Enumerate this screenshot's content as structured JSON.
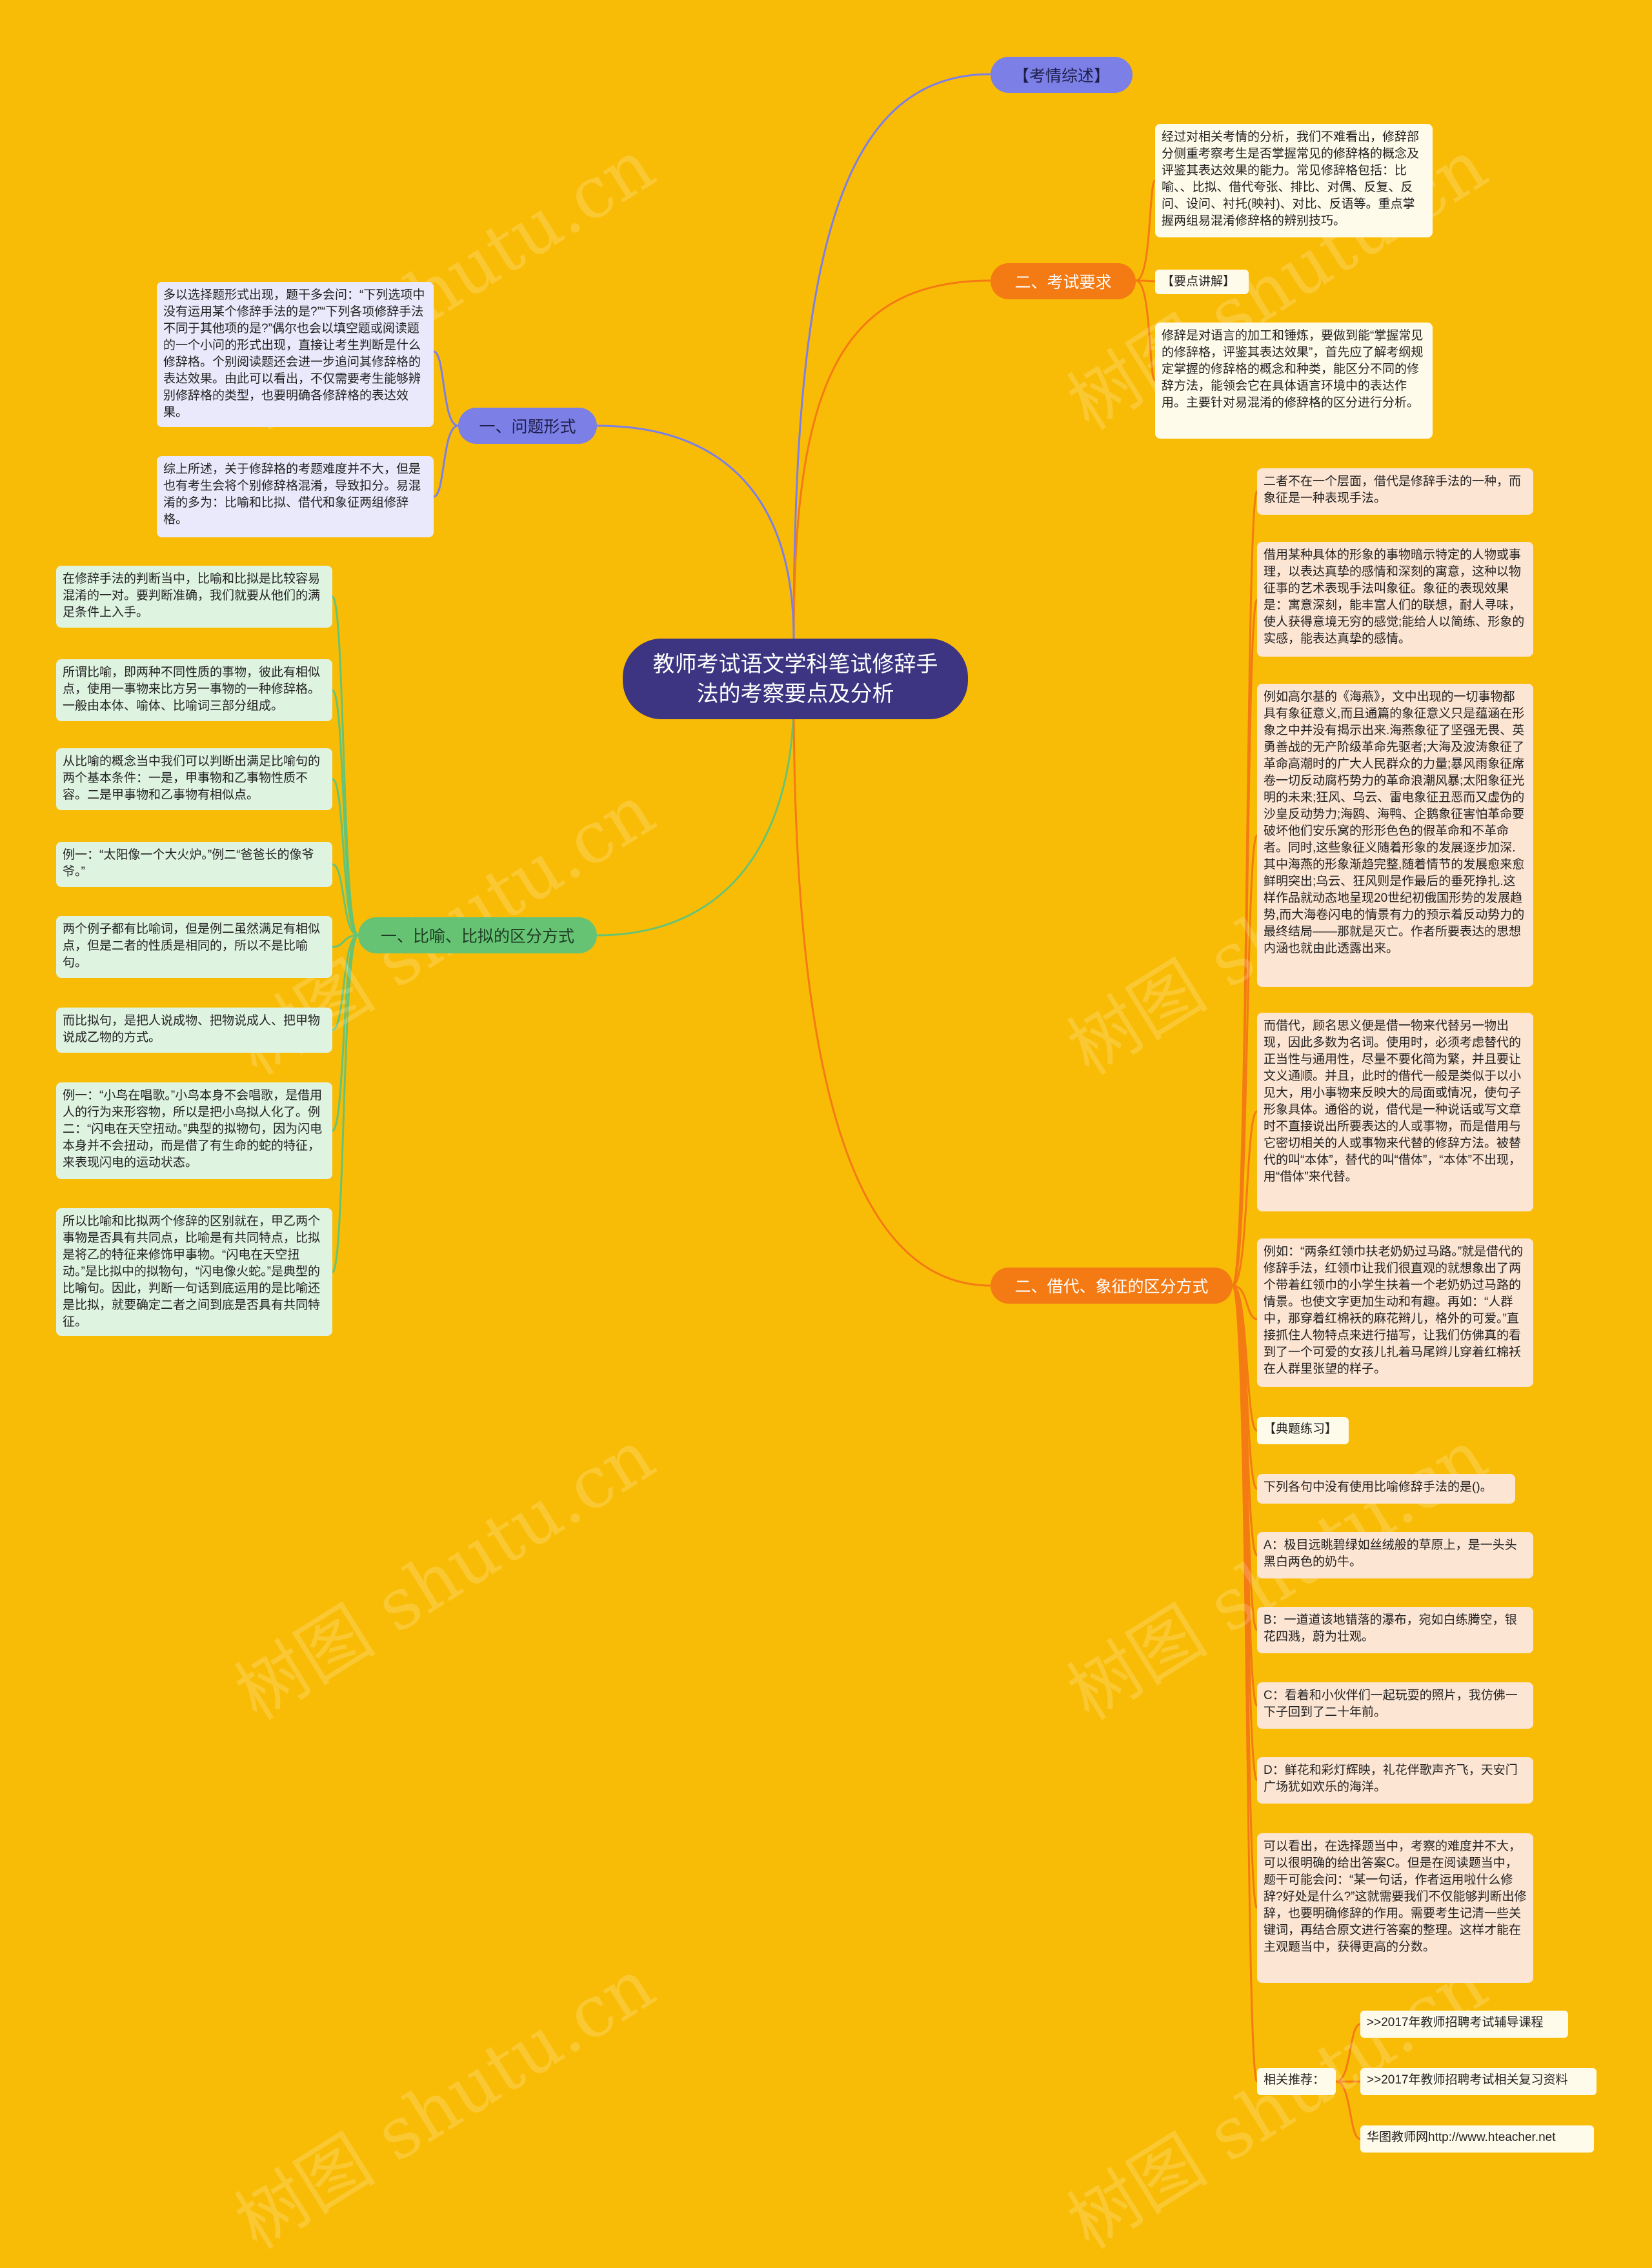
{
  "colors": {
    "background": "#f9bc06",
    "root": "#3d3582",
    "branch_blue": "#7b7fe6",
    "branch_orange": "#f47a13",
    "branch_green": "#67c374",
    "leaf_purple": "#e9e9fb",
    "leaf_peach": "#fde5d3",
    "leaf_green": "#dff3e1"
  },
  "watermark": "树图 shutu.cn",
  "root": {
    "title": "教师考试语文学科笔试修辞手法的考察要点及分析"
  },
  "branches": {
    "kaoqing": {
      "label": "【考情综述】"
    },
    "kaoshi": {
      "label": "二、考试要求",
      "items": [
        "经过对相关考情的分析，我们不难看出，修辞部分侧重考察考生是否掌握常见的修辞格的概念及评鉴其表达效果的能力。常见修辞格包括：比喻、、比拟、借代夸张、排比、对偶、反复、反问、设问、衬托(映衬)、对比、反语等。重点掌握两组易混淆修辞格的辨别技巧。",
        "【要点讲解】",
        "修辞是对语言的加工和锤炼，要做到能“掌握常见的修辞格，评鉴其表达效果”，首先应了解考纲规定掌握的修辞格的概念和种类，能区分不同的修辞方法，能领会它在具体语言环境中的表达作用。主要针对易混淆的修辞格的区分进行分析。"
      ]
    },
    "wenti": {
      "label": "一、问题形式",
      "items": [
        "多以选择题形式出现，题干多会问：“下列选项中没有运用某个修辞手法的是?”“下列各项修辞手法不同于其他项的是?”偶尔也会以填空题或阅读题的一个小问的形式出现，直接让考生判断是什么修辞格。个别阅读题还会进一步追问其修辞格的表达效果。由此可以看出，不仅需要考生能够辨别修辞格的类型，也要明确各修辞格的表达效果。",
        "综上所述，关于修辞格的考题难度并不大，但是也有考生会将个别修辞格混淆，导致扣分。易混淆的多为：比喻和比拟、借代和象征两组修辞格。"
      ]
    },
    "biyu": {
      "label": "一、比喻、比拟的区分方式",
      "items": [
        "在修辞手法的判断当中，比喻和比拟是比较容易混淆的一对。要判断准确，我们就要从他们的满足条件上入手。",
        "所谓比喻，即两种不同性质的事物，彼此有相似点，使用一事物来比方另一事物的一种修辞格。一般由本体、喻体、比喻词三部分组成。",
        "从比喻的概念当中我们可以判断出满足比喻句的两个基本条件：一是，甲事物和乙事物性质不容。二是甲事物和乙事物有相似点。",
        "例一：“太阳像一个大火炉。”例二“爸爸长的像爷爷。”",
        "两个例子都有比喻词，但是例二虽然满足有相似点，但是二者的性质是相同的，所以不是比喻句。",
        "而比拟句，是把人说成物、把物说成人、把甲物说成乙物的方式。",
        "例一：“小鸟在唱歌。”小鸟本身不会唱歌，是借用人的行为来形容物，所以是把小鸟拟人化了。例二：“闪电在天空扭动。”典型的拟物句，因为闪电本身并不会扭动，而是借了有生命的蛇的特征，来表现闪电的运动状态。",
        "所以比喻和比拟两个修辞的区别就在，甲乙两个事物是否具有共同点，比喻是有共同特点，比拟是将乙的特征来修饰甲事物。“闪电在天空扭动。”是比拟中的拟物句，“闪电像火蛇。”是典型的比喻句。因此，判断一句话到底运用的是比喻还是比拟，就要确定二者之间到底是否具有共同特征。"
      ]
    },
    "jiedai": {
      "label": "二、借代、象征的区分方式",
      "items": [
        "二者不在一个层面，借代是修辞手法的一种，而象征是一种表现手法。",
        "借用某种具体的形象的事物暗示特定的人物或事理，以表达真挚的感情和深刻的寓意，这种以物征事的艺术表现手法叫象征。象征的表现效果是：寓意深刻，能丰富人们的联想，耐人寻味，使人获得意境无穷的感觉;能给人以简练、形象的实感，能表达真挚的感情。",
        "例如高尔基的《海燕》，文中出现的一切事物都具有象征意义,而且通篇的象征意义只是蕴涵在形象之中并没有揭示出来.海燕象征了坚强无畏、英勇善战的无产阶级革命先驱者;大海及波涛象征了革命高潮时的广大人民群众的力量;暴风雨象征席卷一切反动腐朽势力的革命浪潮风暴;太阳象征光明的未来;狂风、乌云、雷电象征丑恶而又虚伪的沙皇反动势力;海鸥、海鸭、企鹅象征害怕革命要破坏他们安乐窝的形形色色的假革命和不革命者。同时,这些象征义随着形象的发展逐步加深.其中海燕的形象渐趋完整,随着情节的发展愈来愈鲜明突出;乌云、狂风则是作最后的垂死挣扎.这样作品就动态地呈现20世纪初俄国形势的发展趋势,而大海卷闪电的情景有力的预示着反动势力的最终结局——那就是灭亡。作者所要表达的思想内涵也就由此透露出来。",
        "而借代，顾名思义便是借一物来代替另一物出现，因此多数为名词。使用时，必须考虑替代的正当性与通用性，尽量不要化简为繁，并且要让文义通顺。并且，此时的借代一般是类似于以小见大，用小事物来反映大的局面或情况，使句子形象具体。通俗的说，借代是一种说话或写文章时不直接说出所要表达的人或事物，而是借用与它密切相关的人或事物来代替的修辞方法。被替代的叫“本体”，替代的叫“借体”，“本体”不出现，用“借体”来代替。",
        "例如：“两条红领巾扶老奶奶过马路。”就是借代的修辞手法，红领巾让我们很直观的就想象出了两个带着红领巾的小学生扶着一个老奶奶过马路的情景。也使文字更加生动和有趣。再如：“人群中，那穿着红棉袄的麻花辫儿，格外的可爱。”直接抓住人物特点来进行描写，让我们仿佛真的看到了一个可爱的女孩儿扎着马尾辫儿穿着红棉袄在人群里张望的样子。",
        "【典题练习】",
        "下列各句中没有使用比喻修辞手法的是()。",
        "A：极目远眺碧绿如丝绒般的草原上，是一头头黑白两色的奶牛。",
        "B：一道道该地错落的瀑布，宛如白练腾空，银花四溅，蔚为壮观。",
        "C：看着和小伙伴们一起玩耍的照片，我仿佛一下子回到了二十年前。",
        "D：鲜花和彩灯辉映，礼花伴歌声齐飞，天安门广场犹如欢乐的海洋。",
        "可以看出，在选择题当中，考察的难度并不大，可以很明确的给出答案C。但是在阅读题当中，题干可能会问：“某一句话，作者运用啦什么修辞?好处是什么?”这就需要我们不仅能够判断出修辞，也要明确修辞的作用。需要考生记清一些关键词，再结合原文进行答案的整理。这样才能在主观题当中，获得更高的分数。"
      ],
      "related": {
        "label": "相关推荐：",
        "links": [
          ">>2017年教师招聘考试辅导课程",
          ">>2017年教师招聘考试相关复习资料",
          "华图教师网http://www.hteacher.net"
        ]
      }
    }
  }
}
